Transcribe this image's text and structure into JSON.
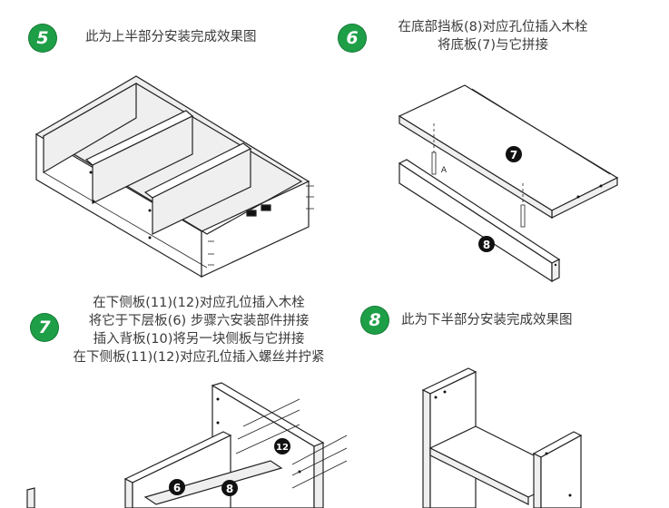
{
  "steps": [
    {
      "number": "5",
      "lines": [
        "此为上半部分安装完成效果图"
      ]
    },
    {
      "number": "6",
      "lines": [
        "在底部挡板(8)对应孔位插入木栓",
        "将底板(7)与它拼接"
      ]
    },
    {
      "number": "7",
      "lines": [
        "在下侧板(11)(12)对应孔位插入木栓",
        "将它于下层板(6) 步骤六安装部件拼接",
        "插入背板(10)将另一块侧板与它拼接",
        "在下侧板(11)(12)对应孔位插入螺丝并拧紧"
      ]
    },
    {
      "number": "8",
      "lines": [
        "此为下半部分安装完成效果图"
      ]
    }
  ],
  "part_labels": {
    "board_7": "7",
    "board_8": "8",
    "label_a": "A",
    "board_6": "6",
    "board_8_step7": "8",
    "board_12": "12"
  }
}
